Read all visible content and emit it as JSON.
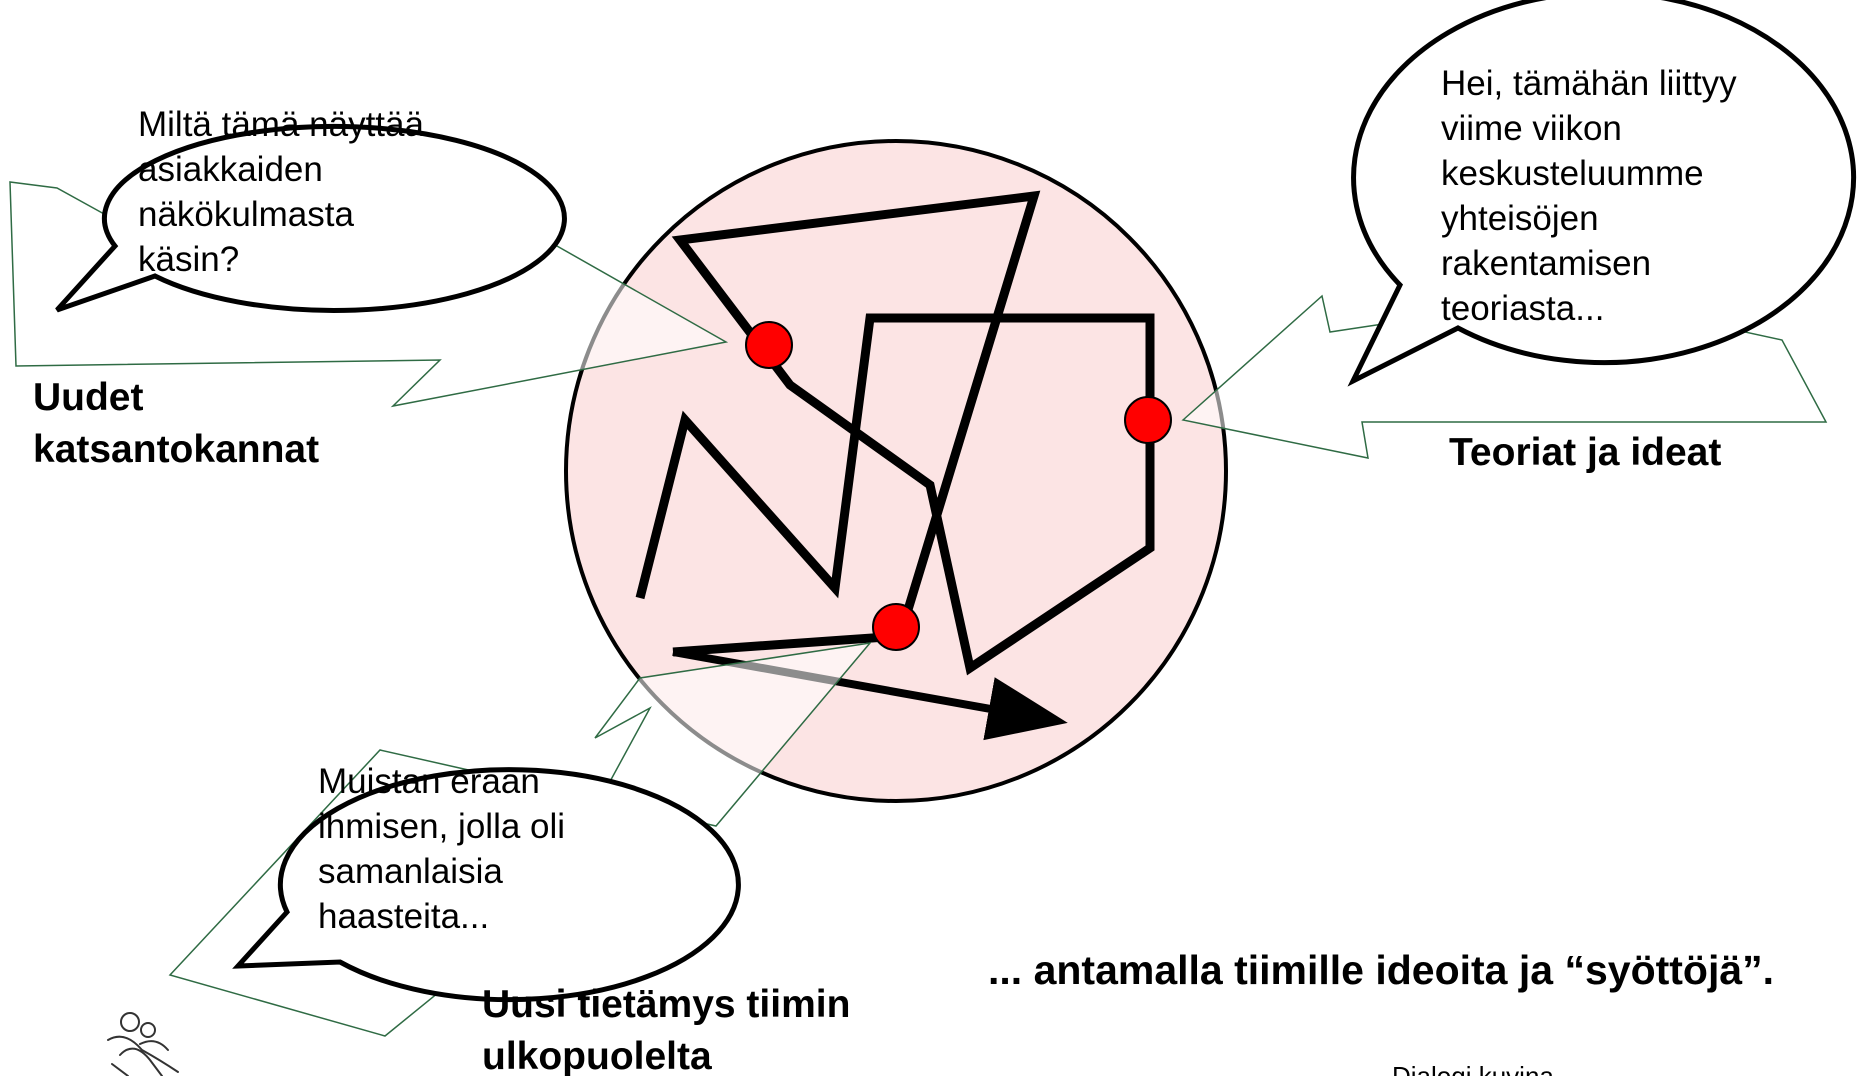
{
  "colors": {
    "circle_fill": "#fce4e4",
    "circle_stroke": "#000000",
    "path_stroke": "#000000",
    "dot_fill": "#ff0000",
    "callout_stroke": "#2f6b44",
    "callout_fill": "#ffffff"
  },
  "bubbles": {
    "customers": {
      "lines": [
        "Miltä tämä näyttää",
        "asiakkaiden",
        "näkökulmasta",
        "käsin?"
      ]
    },
    "theories": {
      "lines": [
        "Hei, tämähän liittyy",
        "viime viikon",
        "keskusteluumme",
        "yhteisöjen",
        "rakentamisen",
        "teoriasta..."
      ]
    },
    "knowledge": {
      "lines": [
        "Muistan erään",
        "ihmisen, jolla oli",
        "samanlaisia",
        "haasteita..."
      ]
    }
  },
  "labels": {
    "new_perspectives": [
      "Uudet",
      "katsantokannat"
    ],
    "theories_ideas": "Teoriat ja ideat",
    "outside_knowledge": [
      "Uusi tietämys tiimin",
      "ulkopuolelta"
    ]
  },
  "tagline": "... antamalla tiimille ideoita ja “syöttöjä”.",
  "footer": "Dialogi kuvina",
  "icons": {
    "logo": "dialogue-figure-logo-icon"
  }
}
